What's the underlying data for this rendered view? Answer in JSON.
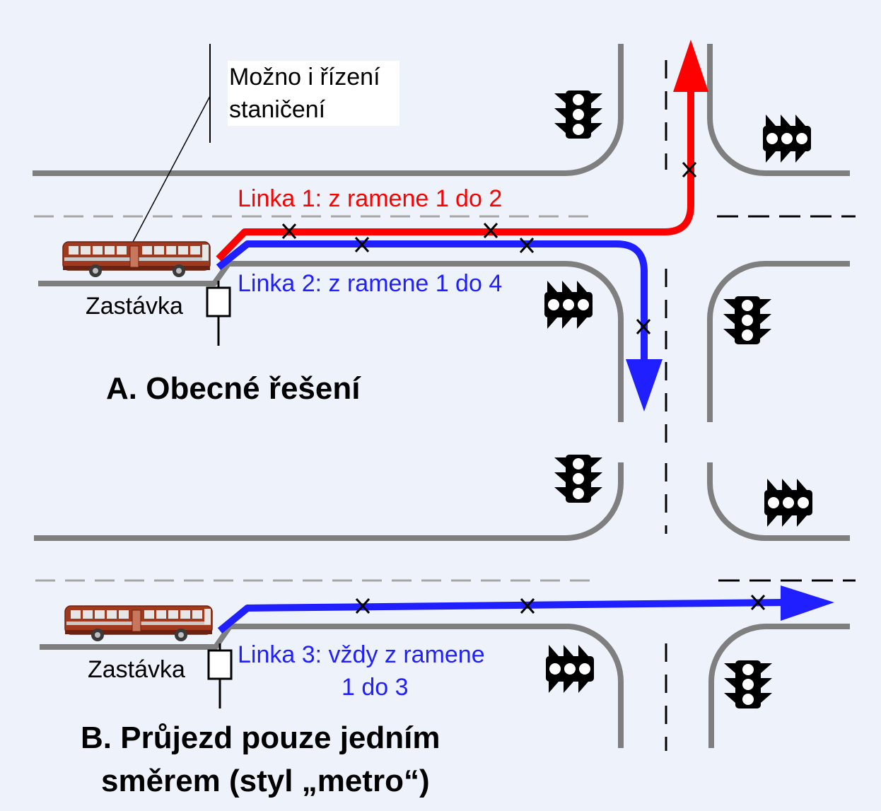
{
  "colors": {
    "background": "#eef3fb",
    "road": "#7f7f7f",
    "lane_mark": "#a6a6a6",
    "line1": "#ff0000",
    "line2": "#1f1fff",
    "line3": "#1f1fff",
    "bus_body": "#a0391e",
    "signal": "#000000"
  },
  "icons": {
    "bus": "bus-icon",
    "stop": "bus-stop-sign-icon",
    "signal_vertical": "traffic-light-vertical-icon",
    "signal_horizontal": "traffic-light-horizontal-icon",
    "conflict": "conflict-cross-icon"
  },
  "note": {
    "text": "Možno i řízení\nstaničení"
  },
  "section_a": {
    "heading": "A. Obecné řešení",
    "line1_label": "Linka 1: z ramene 1 do 2",
    "line2_label": "Linka 2: z ramene 1 do 4",
    "stop_label": "Zastávka"
  },
  "section_b": {
    "heading_line1": "B. Průjezd pouze jedním",
    "heading_line2": "směrem (styl „metro“)",
    "line3_label_line1": "Linka 3: vždy z ramene",
    "line3_label_line2": "1 do 3",
    "stop_label": "Zastávka"
  }
}
